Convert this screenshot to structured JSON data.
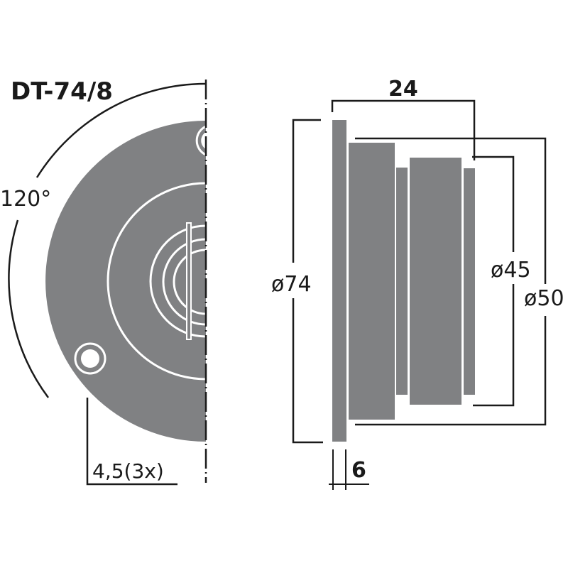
{
  "title": "DT-74/8",
  "colors": {
    "body_fill": "#808183",
    "line": "#1a1a1a",
    "background": "#ffffff",
    "inner_line": "#ffffff"
  },
  "front_view": {
    "angle_label": "120°",
    "hole_label": "4,5(3x)"
  },
  "side_view": {
    "depth_label": "24",
    "flange_label": "6",
    "diameter_outer_label": "ø74",
    "diameter_mid_label": "ø45",
    "diameter_body_label": "ø50"
  }
}
